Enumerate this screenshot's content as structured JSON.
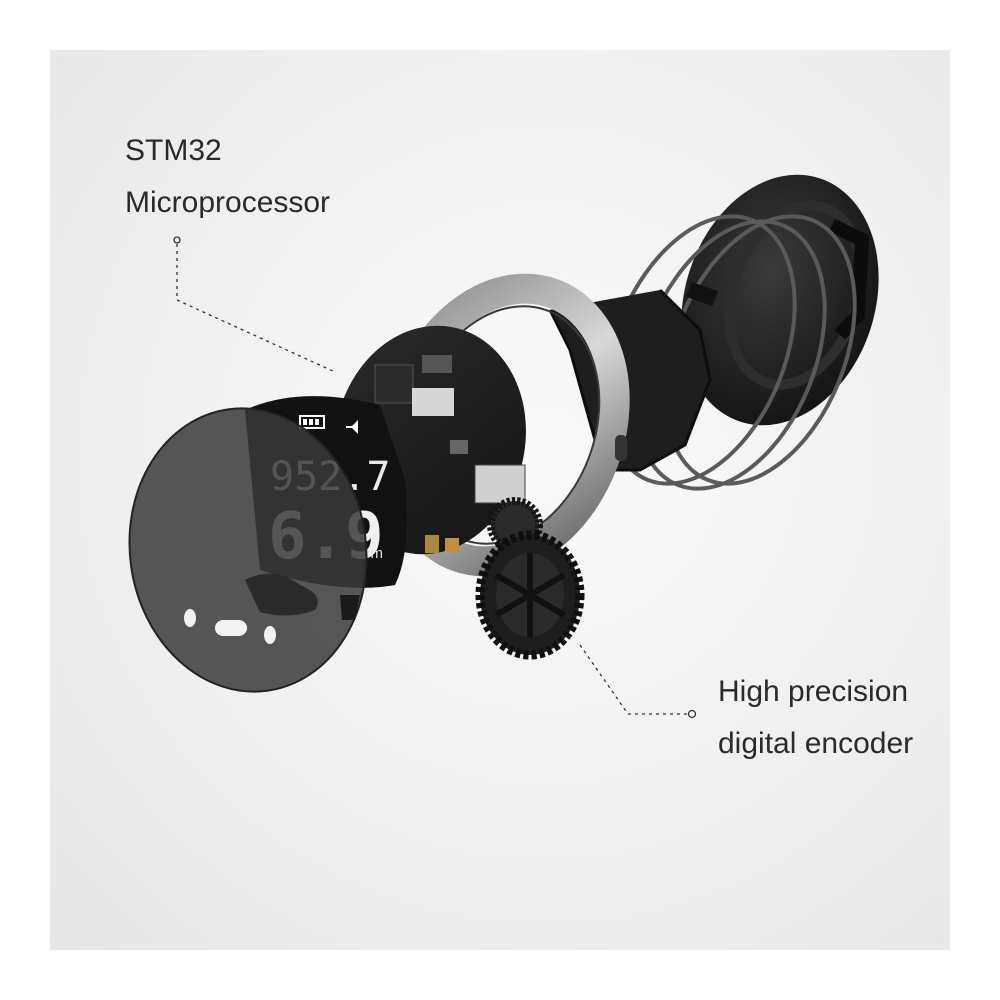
{
  "labels": {
    "microprocessor": {
      "line1": "STM32",
      "line2": "Microprocessor"
    },
    "encoder": {
      "line1": "High precision",
      "line2": "digital encoder"
    }
  },
  "display": {
    "top_reading": "952.7",
    "bottom_reading": "6.9",
    "unit": "cm"
  },
  "colors": {
    "background": "#efefef",
    "text": "#2a2a2a",
    "device_dark": "#1b1b1b",
    "lens_gray": "#4a4a4a"
  }
}
